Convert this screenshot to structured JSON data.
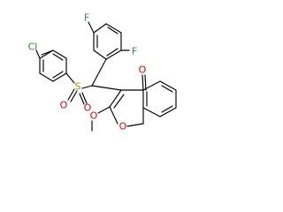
{
  "colors": {
    "carbon_bond": "#000000",
    "fluorine": "#2e8b57",
    "chlorine": "#1f8a1f",
    "oxygen": "#e00000",
    "sulfur": "#b08a00"
  },
  "atoms": {
    "cl": "Cl",
    "f_top": "F",
    "f_right": "F",
    "s": "S",
    "o_sulfonyl_left": "O",
    "o_sulfonyl_bottom": "O",
    "o_carbonyl": "O",
    "o_methoxy": "O",
    "o_ring": "O"
  }
}
